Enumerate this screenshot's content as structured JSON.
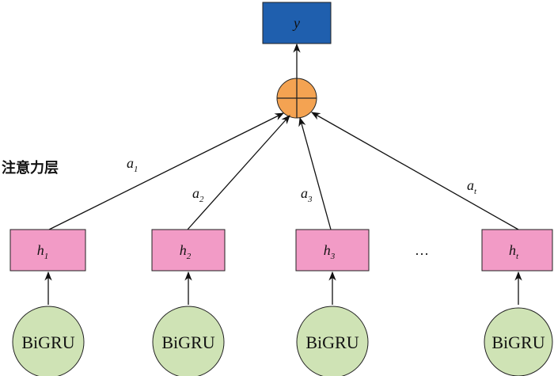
{
  "output": {
    "label": "y"
  },
  "layer_label": "注意力层",
  "ellipsis": "…",
  "hidden": [
    {
      "base": "h",
      "sub": "1"
    },
    {
      "base": "h",
      "sub": "2"
    },
    {
      "base": "h",
      "sub": "3"
    },
    {
      "base": "h",
      "sub": "t"
    }
  ],
  "weights": [
    {
      "base": "a",
      "sub": "1"
    },
    {
      "base": "a",
      "sub": "2"
    },
    {
      "base": "a",
      "sub": "3"
    },
    {
      "base": "a",
      "sub": "t"
    }
  ],
  "encoder": "BiGRU",
  "colors": {
    "hidden_fill": "#f29bc6",
    "encoder_fill": "#cfe3b5",
    "output_fill": "#1f5fae",
    "sum_fill": "#f4a352"
  }
}
